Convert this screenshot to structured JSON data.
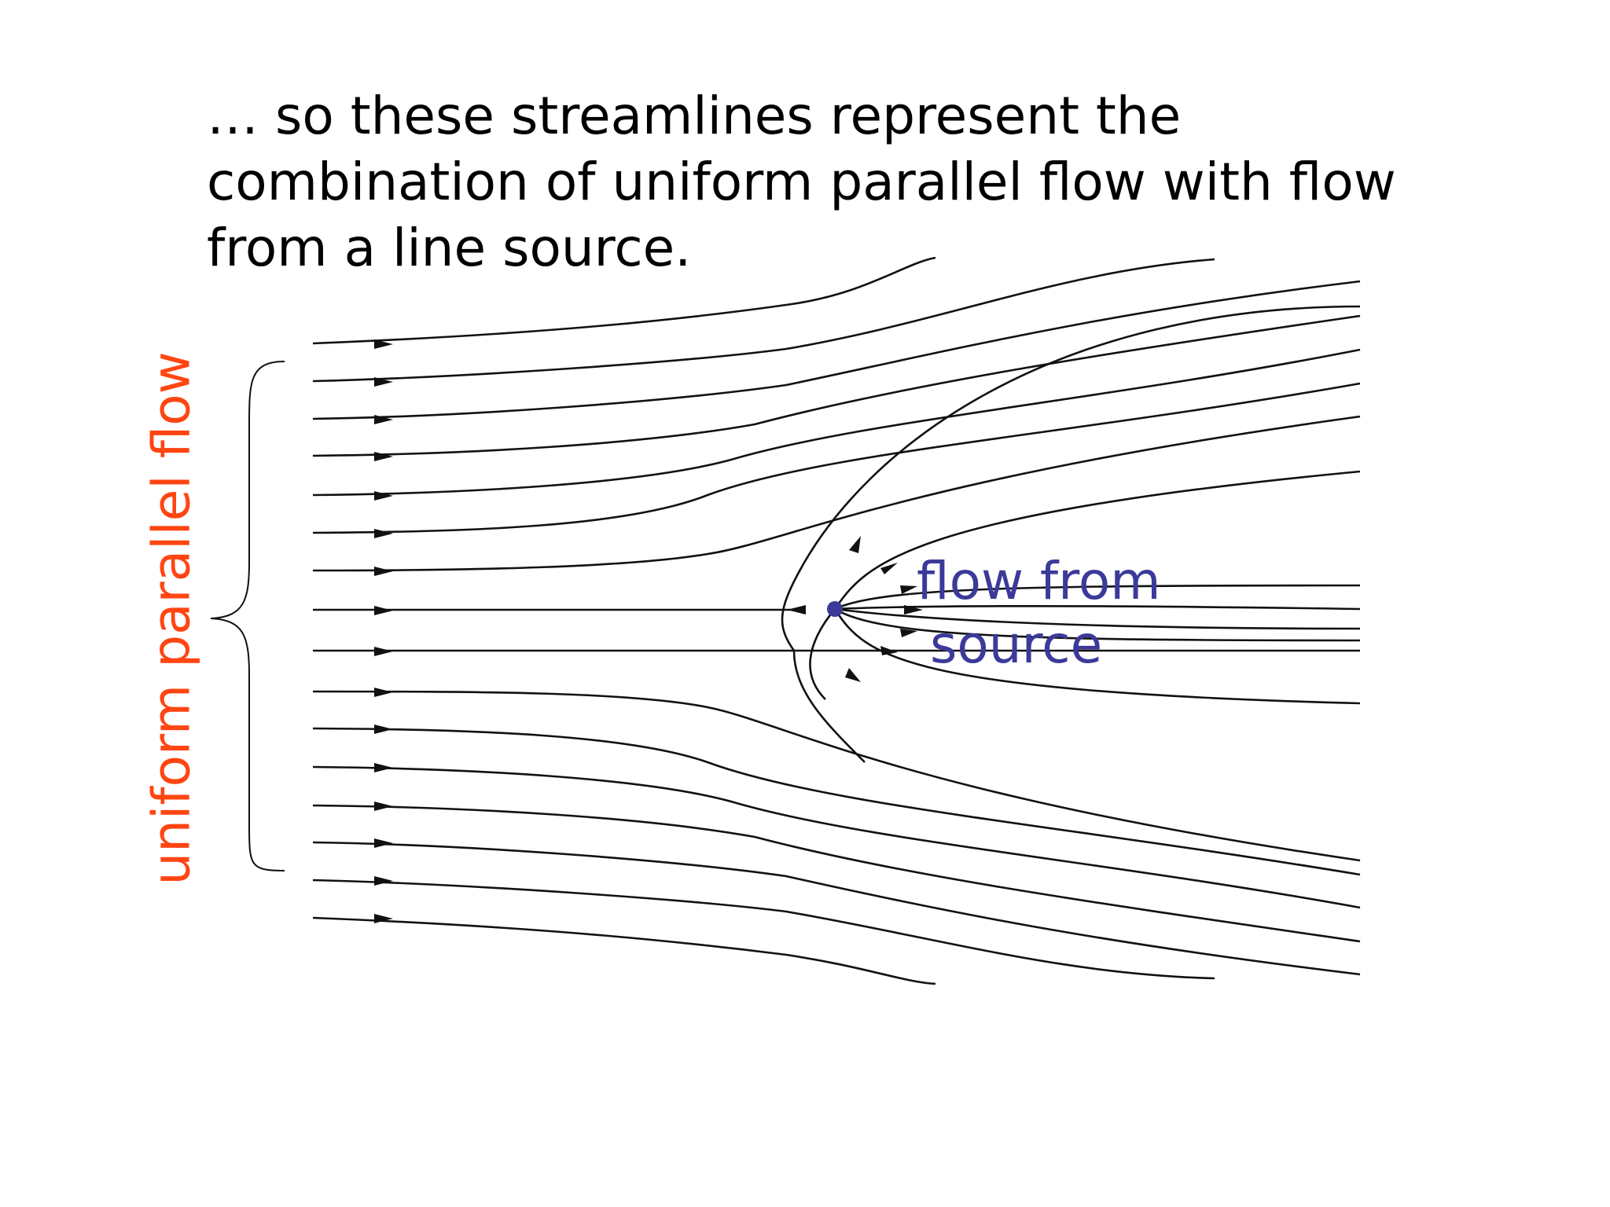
{
  "heading": {
    "lines": [
      "… so these streamlines represent the",
      "combination of uniform parallel flow with flow",
      "from a line source."
    ]
  },
  "labels": {
    "uniform": "uniform parallel flow",
    "source_line1": "flow from",
    "source_line2": "source"
  },
  "colors": {
    "streamline": "#111111",
    "uniform_label": "#ff4512",
    "source_label": "#3b3a9a",
    "source_point": "#3b3a9a"
  },
  "icons": {
    "brace": "left-curly-brace",
    "arrows": "arrowhead"
  }
}
